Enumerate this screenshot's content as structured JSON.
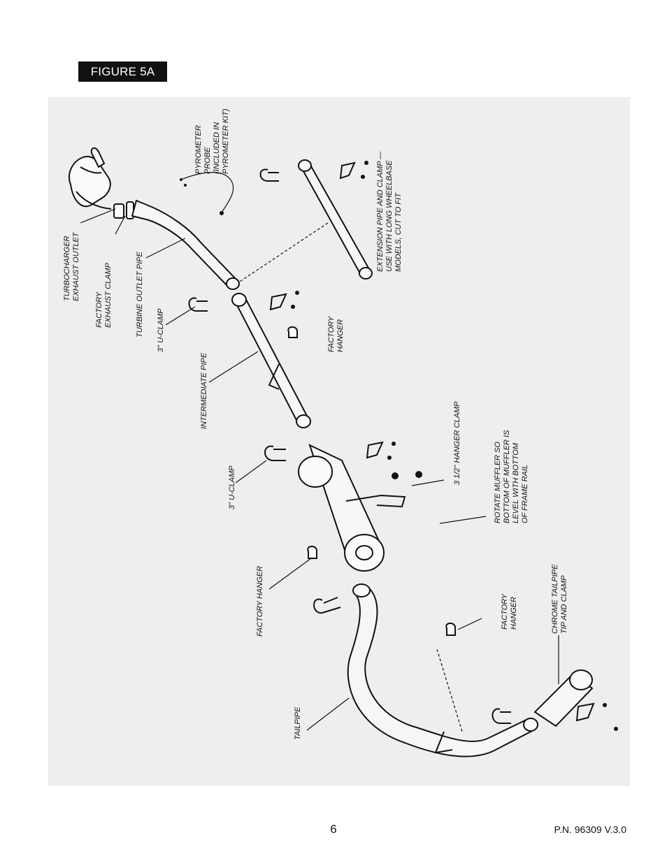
{
  "figure": {
    "badge": "FIGURE 5A",
    "labels": {
      "turbo_outlet": [
        "TURBOCHARGER",
        "EXHAUST OUTLET"
      ],
      "factory_exhaust_clamp": [
        "FACTORY",
        "EXHAUST CLAMP"
      ],
      "turbine_outlet_pipe": "TURBINE OUTLET PIPE",
      "pyrometer_probe": [
        "PYROMETER",
        "PROBE",
        "(INCLUDED IN",
        "PYROMETER KIT)"
      ],
      "extension_pipe": [
        "EXTENSION PIPE AND CLAMP —",
        "USE WITH LONG WHEELBASE",
        "MODELS, CUT TO FIT"
      ],
      "u_clamp_top": "3\" U-CLAMP",
      "factory_hanger_top": [
        "FACTORY",
        "HANGER"
      ],
      "intermediate_pipe": "INTERMEDIATE PIPE",
      "hanger_clamp": "3 1/2\" HANGER CLAMP",
      "u_clamp_mid": "3\" U-CLAMP",
      "rotate_muffler": [
        "ROTATE MUFFLER SO",
        "BOTTOM OF MUFFLER IS",
        "LEVEL WITH BOTTOM",
        "OF FRAME RAIL"
      ],
      "factory_hanger_mid": "FACTORY HANGER",
      "factory_hanger_low": [
        "FACTORY",
        "HANGER"
      ],
      "chrome_tailpipe": [
        "CHROME TAILPIPE",
        "TIP AND CLAMP"
      ],
      "tailpipe": "TAILPIPE"
    }
  },
  "footer": {
    "page_number": "6",
    "part_number": "P.N. 96309 V.3.0"
  }
}
